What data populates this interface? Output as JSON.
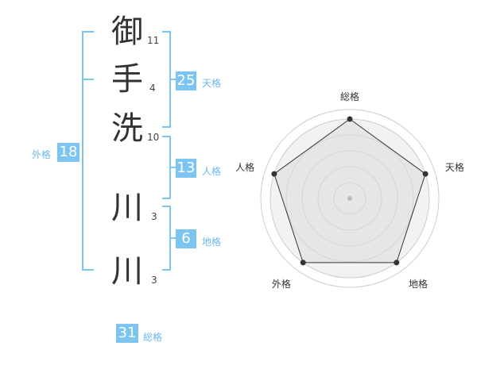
{
  "name": {
    "chars": [
      {
        "char": "御",
        "strokes": "11"
      },
      {
        "char": "手",
        "strokes": "4"
      },
      {
        "char": "洗",
        "strokes": "10"
      },
      {
        "char": "川",
        "strokes": "3"
      },
      {
        "char": "川",
        "strokes": "3"
      }
    ]
  },
  "fortune": {
    "tenkaku": {
      "value": "25",
      "label": "天格"
    },
    "jinkaku": {
      "value": "13",
      "label": "人格"
    },
    "chikaku": {
      "value": "6",
      "label": "地格"
    },
    "gaikaku": {
      "value": "18",
      "label": "外格"
    },
    "soukaku": {
      "value": "31",
      "label": "総格"
    }
  },
  "colors": {
    "accent": "#7cc5f2",
    "bracket": "#7cc5f2",
    "text": "#333333"
  },
  "chart_data": {
    "type": "radar",
    "axes": [
      "総格",
      "天格",
      "地格",
      "外格",
      "人格"
    ],
    "values": [
      5,
      5,
      5,
      5,
      5
    ],
    "max": 5,
    "grid": true
  }
}
